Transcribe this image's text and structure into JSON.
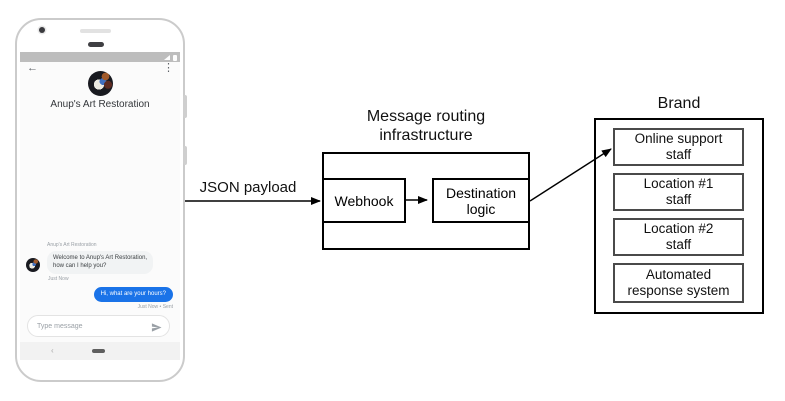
{
  "phone": {
    "header": {
      "back_icon": "←",
      "menu_icon": "⋮",
      "business_name": "Anup's Art Restoration"
    },
    "chat": {
      "sender_label": "Anup's Art Restoration",
      "incoming_lines": [
        "Welcome to Anup's Art Restoration,",
        "how can I help you?"
      ],
      "incoming_time": "Just Now",
      "outgoing_text": "Hi, what are your hours?",
      "outgoing_time": "Just Now • Sent"
    },
    "composer": {
      "placeholder": "Type message"
    },
    "nav": {
      "back_icon": "‹"
    }
  },
  "diagram": {
    "payload_label": "JSON payload",
    "routing": {
      "title_lines": [
        "Message routing",
        "infrastructure"
      ],
      "webhook_label": "Webhook",
      "destination_lines": [
        "Destination",
        "logic"
      ]
    },
    "brand": {
      "title": "Brand",
      "boxes": [
        {
          "lines": [
            "Online support",
            "staff"
          ]
        },
        {
          "lines": [
            "Location #1",
            "staff"
          ]
        },
        {
          "lines": [
            "Location #2",
            "staff"
          ]
        },
        {
          "lines": [
            "Automated",
            "response system"
          ]
        }
      ]
    }
  },
  "colors": {
    "outgoing_bubble": "#1a73e8",
    "incoming_bubble": "#f1f3f4",
    "status_bar": "#bdbdbd",
    "secondary_text": "#9aa0a6"
  }
}
